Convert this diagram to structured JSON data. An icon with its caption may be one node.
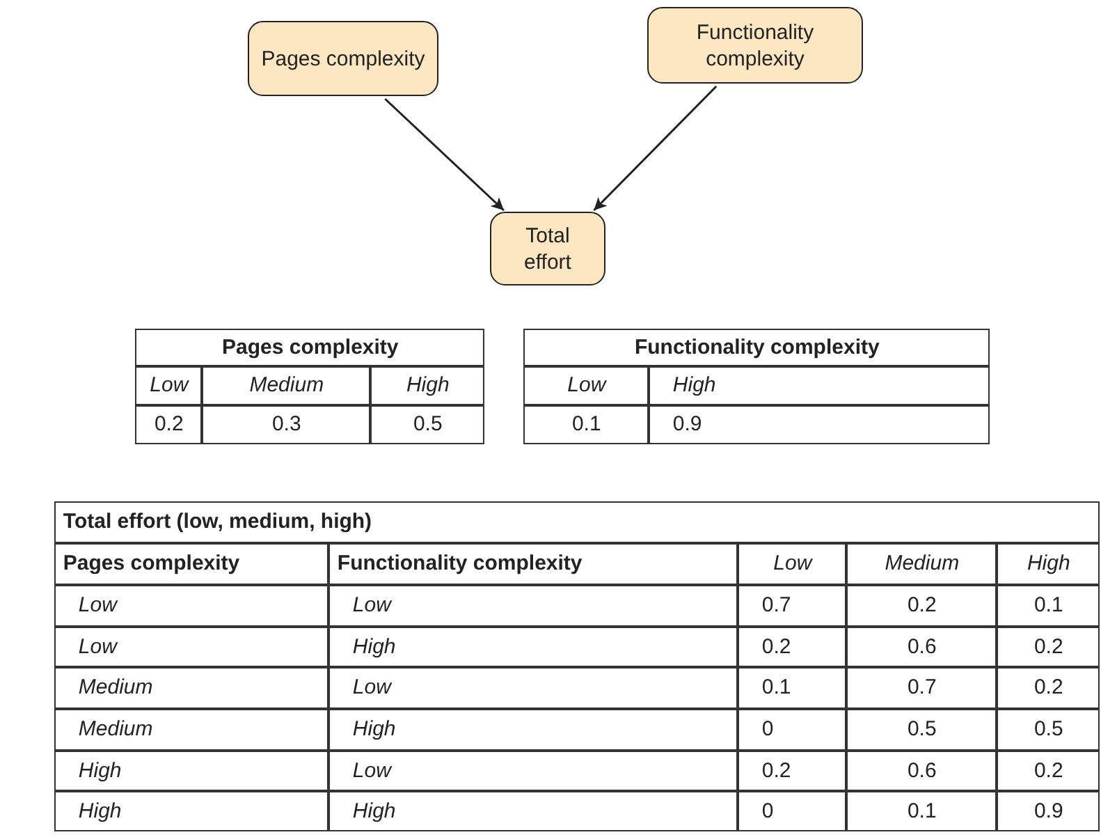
{
  "diagram": {
    "nodes": [
      {
        "text": [
          "Pages complexity"
        ]
      },
      {
        "text": [
          "Functionality complexity"
        ]
      },
      {
        "text": [
          "Total effort"
        ]
      }
    ],
    "edges": [
      {
        "from": 0,
        "to": 2,
        "arrow": "to"
      },
      {
        "from": 1,
        "to": 2,
        "arrow": "to"
      }
    ],
    "labels": [
      "Pages complexity",
      "Low",
      "Medium",
      "High",
      "0.2",
      "0.3",
      "0.5",
      "Functionality complexity",
      "Low",
      "High",
      "0.1",
      "0.9",
      "Total effort (low, medium, high)",
      "Pages complexity",
      "Functionality complexity",
      "Low",
      "Medium",
      "High",
      "Low",
      "Low",
      "0.7",
      "0.2",
      "0.1",
      "Low",
      "High",
      "0.2",
      "0.6",
      "0.2",
      "Medium",
      "Low",
      "0.1",
      "0.7",
      "0.2",
      "Medium",
      "High",
      "0",
      "0.5",
      "0.5",
      "High",
      "Low",
      "0.2",
      "0.6",
      "0.2",
      "High",
      "High",
      "0",
      "0.1",
      "0.9"
    ]
  }
}
